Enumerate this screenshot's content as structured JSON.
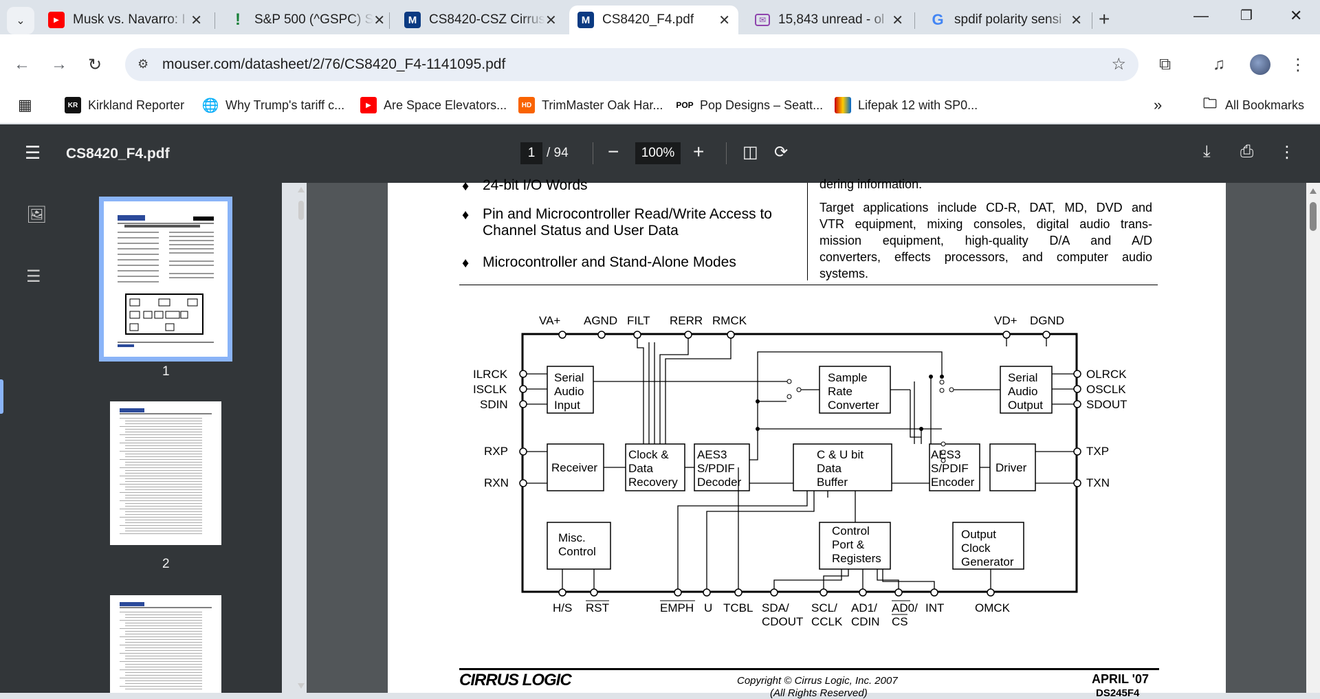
{
  "tabs": [
    {
      "title": "Musk vs. Navarro: I",
      "icon": "youtube-icon"
    },
    {
      "title": "S&P 500 (^GSPC) S",
      "icon": "finance-icon"
    },
    {
      "title": "CS8420-CSZ Cirrus",
      "icon": "mouser-icon"
    },
    {
      "title": "CS8420_F4.pdf",
      "icon": "mouser-icon",
      "active": true
    },
    {
      "title": "15,843 unread - ol",
      "icon": "mail-icon"
    },
    {
      "title": "spdif polarity sensi",
      "icon": "google-icon"
    }
  ],
  "address": {
    "url": "mouser.com/datasheet/2/76/CS8420_F4-1141095.pdf"
  },
  "bookmarks": [
    {
      "label": "Kirkland Reporter"
    },
    {
      "label": "Why Trump's tariff c..."
    },
    {
      "label": "Are Space Elevators..."
    },
    {
      "label": "TrimMaster Oak Har..."
    },
    {
      "label": "Pop Designs – Seatt..."
    },
    {
      "label": "Lifepak 12 with SP0..."
    },
    {
      "label": "All Bookmarks"
    }
  ],
  "pdf": {
    "filename": "CS8420_F4.pdf",
    "page": "1",
    "page_count": "/ 94",
    "zoom": "100%"
  },
  "thumbnails": [
    {
      "label": "1"
    },
    {
      "label": "2"
    }
  ],
  "document": {
    "cut_bullet": "24-bit I/O Words",
    "bullets": [
      {
        "lines": [
          "Pin and Microcontroller Read/Write Access to",
          "Channel Status and User Data"
        ]
      },
      {
        "lines": [
          "Microcontroller and Stand-Alone Modes"
        ]
      }
    ],
    "cut_para": "dering information.",
    "para_lines": [
      "Target applications include CD-R, DAT, MD, DVD and",
      "VTR equipment, mixing consoles, digital audio trans-",
      "mission equipment, high-quality D/A and A/D",
      "converters, effects processors, and computer audio",
      "systems."
    ],
    "diagram": {
      "top_pins": [
        "VA+",
        "AGND",
        "FILT",
        "RERR",
        "RMCK",
        "VD+",
        "DGND"
      ],
      "left_pins": [
        "ILRCK",
        "ISCLK",
        "SDIN",
        "RXP",
        "RXN"
      ],
      "right_pins": [
        "OLRCK",
        "OSCLK",
        "SDOUT",
        "TXP",
        "TXN"
      ],
      "bottom_pins": [
        "H/S",
        "RST",
        "EMPH",
        "U",
        "TCBL",
        "SDA/",
        "CDOUT",
        "SCL/",
        "CCLK",
        "AD1/",
        "CDIN",
        "AD0/",
        "CS",
        "INT",
        "OMCK"
      ],
      "blocks": {
        "serial_in": [
          "Serial",
          "Audio",
          "Input"
        ],
        "src": [
          "Sample",
          "Rate",
          "Converter"
        ],
        "serial_out": [
          "Serial",
          "Audio",
          "Output"
        ],
        "receiver": [
          "Receiver"
        ],
        "clock": [
          "Clock &",
          "Data",
          "Recovery"
        ],
        "decoder": [
          "AES3",
          "S/PDIF",
          "Decoder"
        ],
        "cu": [
          "C & U bit",
          "Data",
          "Buffer"
        ],
        "encoder": [
          "AES3",
          "S/PDIF",
          "Encoder"
        ],
        "driver": [
          "Driver"
        ],
        "misc": [
          "Misc.",
          "Control"
        ],
        "control": [
          "Control",
          "Port &",
          "Registers"
        ],
        "outclk": [
          "Output",
          "Clock",
          "Generator"
        ]
      }
    },
    "footer": {
      "brand": "CIRRUS LOGIC",
      "copyright": "Copyright © Cirrus Logic, Inc. 2007",
      "rights": "(All Rights Reserved)",
      "date": "APRIL '07",
      "docnum": "DS245F4"
    }
  }
}
